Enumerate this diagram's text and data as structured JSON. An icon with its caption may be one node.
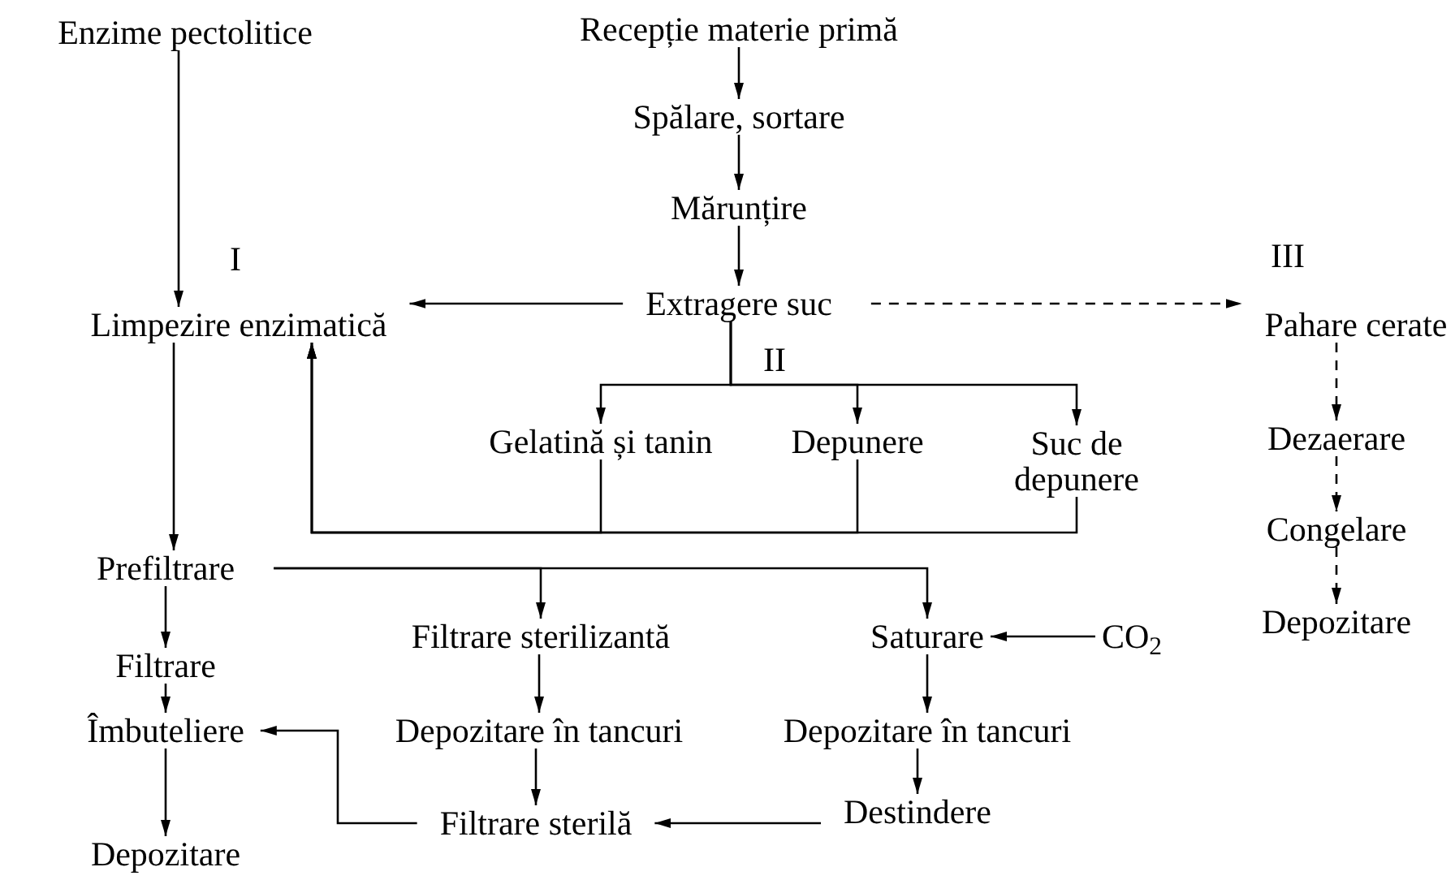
{
  "diagram": {
    "nodes": [
      {
        "text": [
          "Enzime pectolitice"
        ]
      },
      {
        "text": [
          "Recepție materie primă"
        ]
      },
      {
        "text": [
          "Spălare, sortare"
        ]
      },
      {
        "text": [
          "Mărunțire"
        ]
      },
      {
        "text": [
          "Extragere suc"
        ]
      },
      {
        "text": [
          "Limpezire enzimatică"
        ]
      },
      {
        "text": [
          "Pahare cerate"
        ]
      },
      {
        "text": [
          "Gelatină și tanin"
        ]
      },
      {
        "text": [
          "Depunere"
        ]
      },
      {
        "text": [
          "Suc de depunere"
        ]
      },
      {
        "text": [
          "Dezaerare"
        ]
      },
      {
        "text": [
          "Congelare"
        ]
      },
      {
        "text": [
          "Depozitare"
        ]
      },
      {
        "text": [
          "Prefiltrare"
        ]
      },
      {
        "text": [
          "Filtrare"
        ]
      },
      {
        "text": [
          "Îmbuteliere"
        ]
      },
      {
        "text": [
          "Depozitare"
        ]
      },
      {
        "text": [
          "Filtrare sterilizantă"
        ]
      },
      {
        "text": [
          "Saturare"
        ]
      },
      {
        "text": [
          "CO$_{2}$"
        ]
      },
      {
        "text": [
          "Depozitare în tancuri"
        ]
      },
      {
        "text": [
          "Depozitare în tancuri"
        ]
      },
      {
        "text": [
          "Filtrare sterilă"
        ]
      },
      {
        "text": [
          "Destindere"
        ]
      }
    ],
    "edges": [
      {
        "from": 0,
        "to": 5,
        "arrow": "to"
      },
      {
        "from": 1,
        "to": 2,
        "arrow": "to"
      },
      {
        "from": 2,
        "to": 3,
        "arrow": "to"
      },
      {
        "from": 3,
        "to": 4,
        "arrow": "to"
      },
      {
        "from": 4,
        "to": 5,
        "arrow": "to"
      },
      {
        "from": 4,
        "to": 6,
        "arrow": "to",
        "style": "dashed"
      },
      {
        "from": 4,
        "to": 7,
        "arrow": "to"
      },
      {
        "from": 4,
        "to": 8,
        "arrow": "to"
      },
      {
        "from": 4,
        "to": 9,
        "arrow": "to"
      },
      {
        "from": 7,
        "to": 5,
        "arrow": "to"
      },
      {
        "from": 8,
        "to": 5,
        "arrow": "to"
      },
      {
        "from": 9,
        "to": 5,
        "arrow": "to"
      },
      {
        "from": 5,
        "to": 13,
        "arrow": "to"
      },
      {
        "from": 6,
        "to": 10,
        "arrow": "to",
        "style": "dashed"
      },
      {
        "from": 10,
        "to": 11,
        "arrow": "to",
        "style": "dashed"
      },
      {
        "from": 11,
        "to": 12,
        "arrow": "to",
        "style": "dashed"
      },
      {
        "from": 13,
        "to": 14,
        "arrow": "to"
      },
      {
        "from": 14,
        "to": 15,
        "arrow": "to"
      },
      {
        "from": 15,
        "to": 16,
        "arrow": "to"
      },
      {
        "from": 13,
        "to": 17,
        "arrow": "to"
      },
      {
        "from": 13,
        "to": 18,
        "arrow": "to"
      },
      {
        "from": 19,
        "to": 18,
        "arrow": "to"
      },
      {
        "from": 17,
        "to": 20,
        "arrow": "to"
      },
      {
        "from": 20,
        "to": 22,
        "arrow": "to"
      },
      {
        "from": 18,
        "to": 21,
        "arrow": "to"
      },
      {
        "from": 21,
        "to": 23,
        "arrow": "to"
      },
      {
        "from": 23,
        "to": 22,
        "arrow": "to"
      },
      {
        "from": 22,
        "to": 15,
        "arrow": "to"
      }
    ],
    "labels": [
      "I",
      "II",
      "III"
    ]
  }
}
